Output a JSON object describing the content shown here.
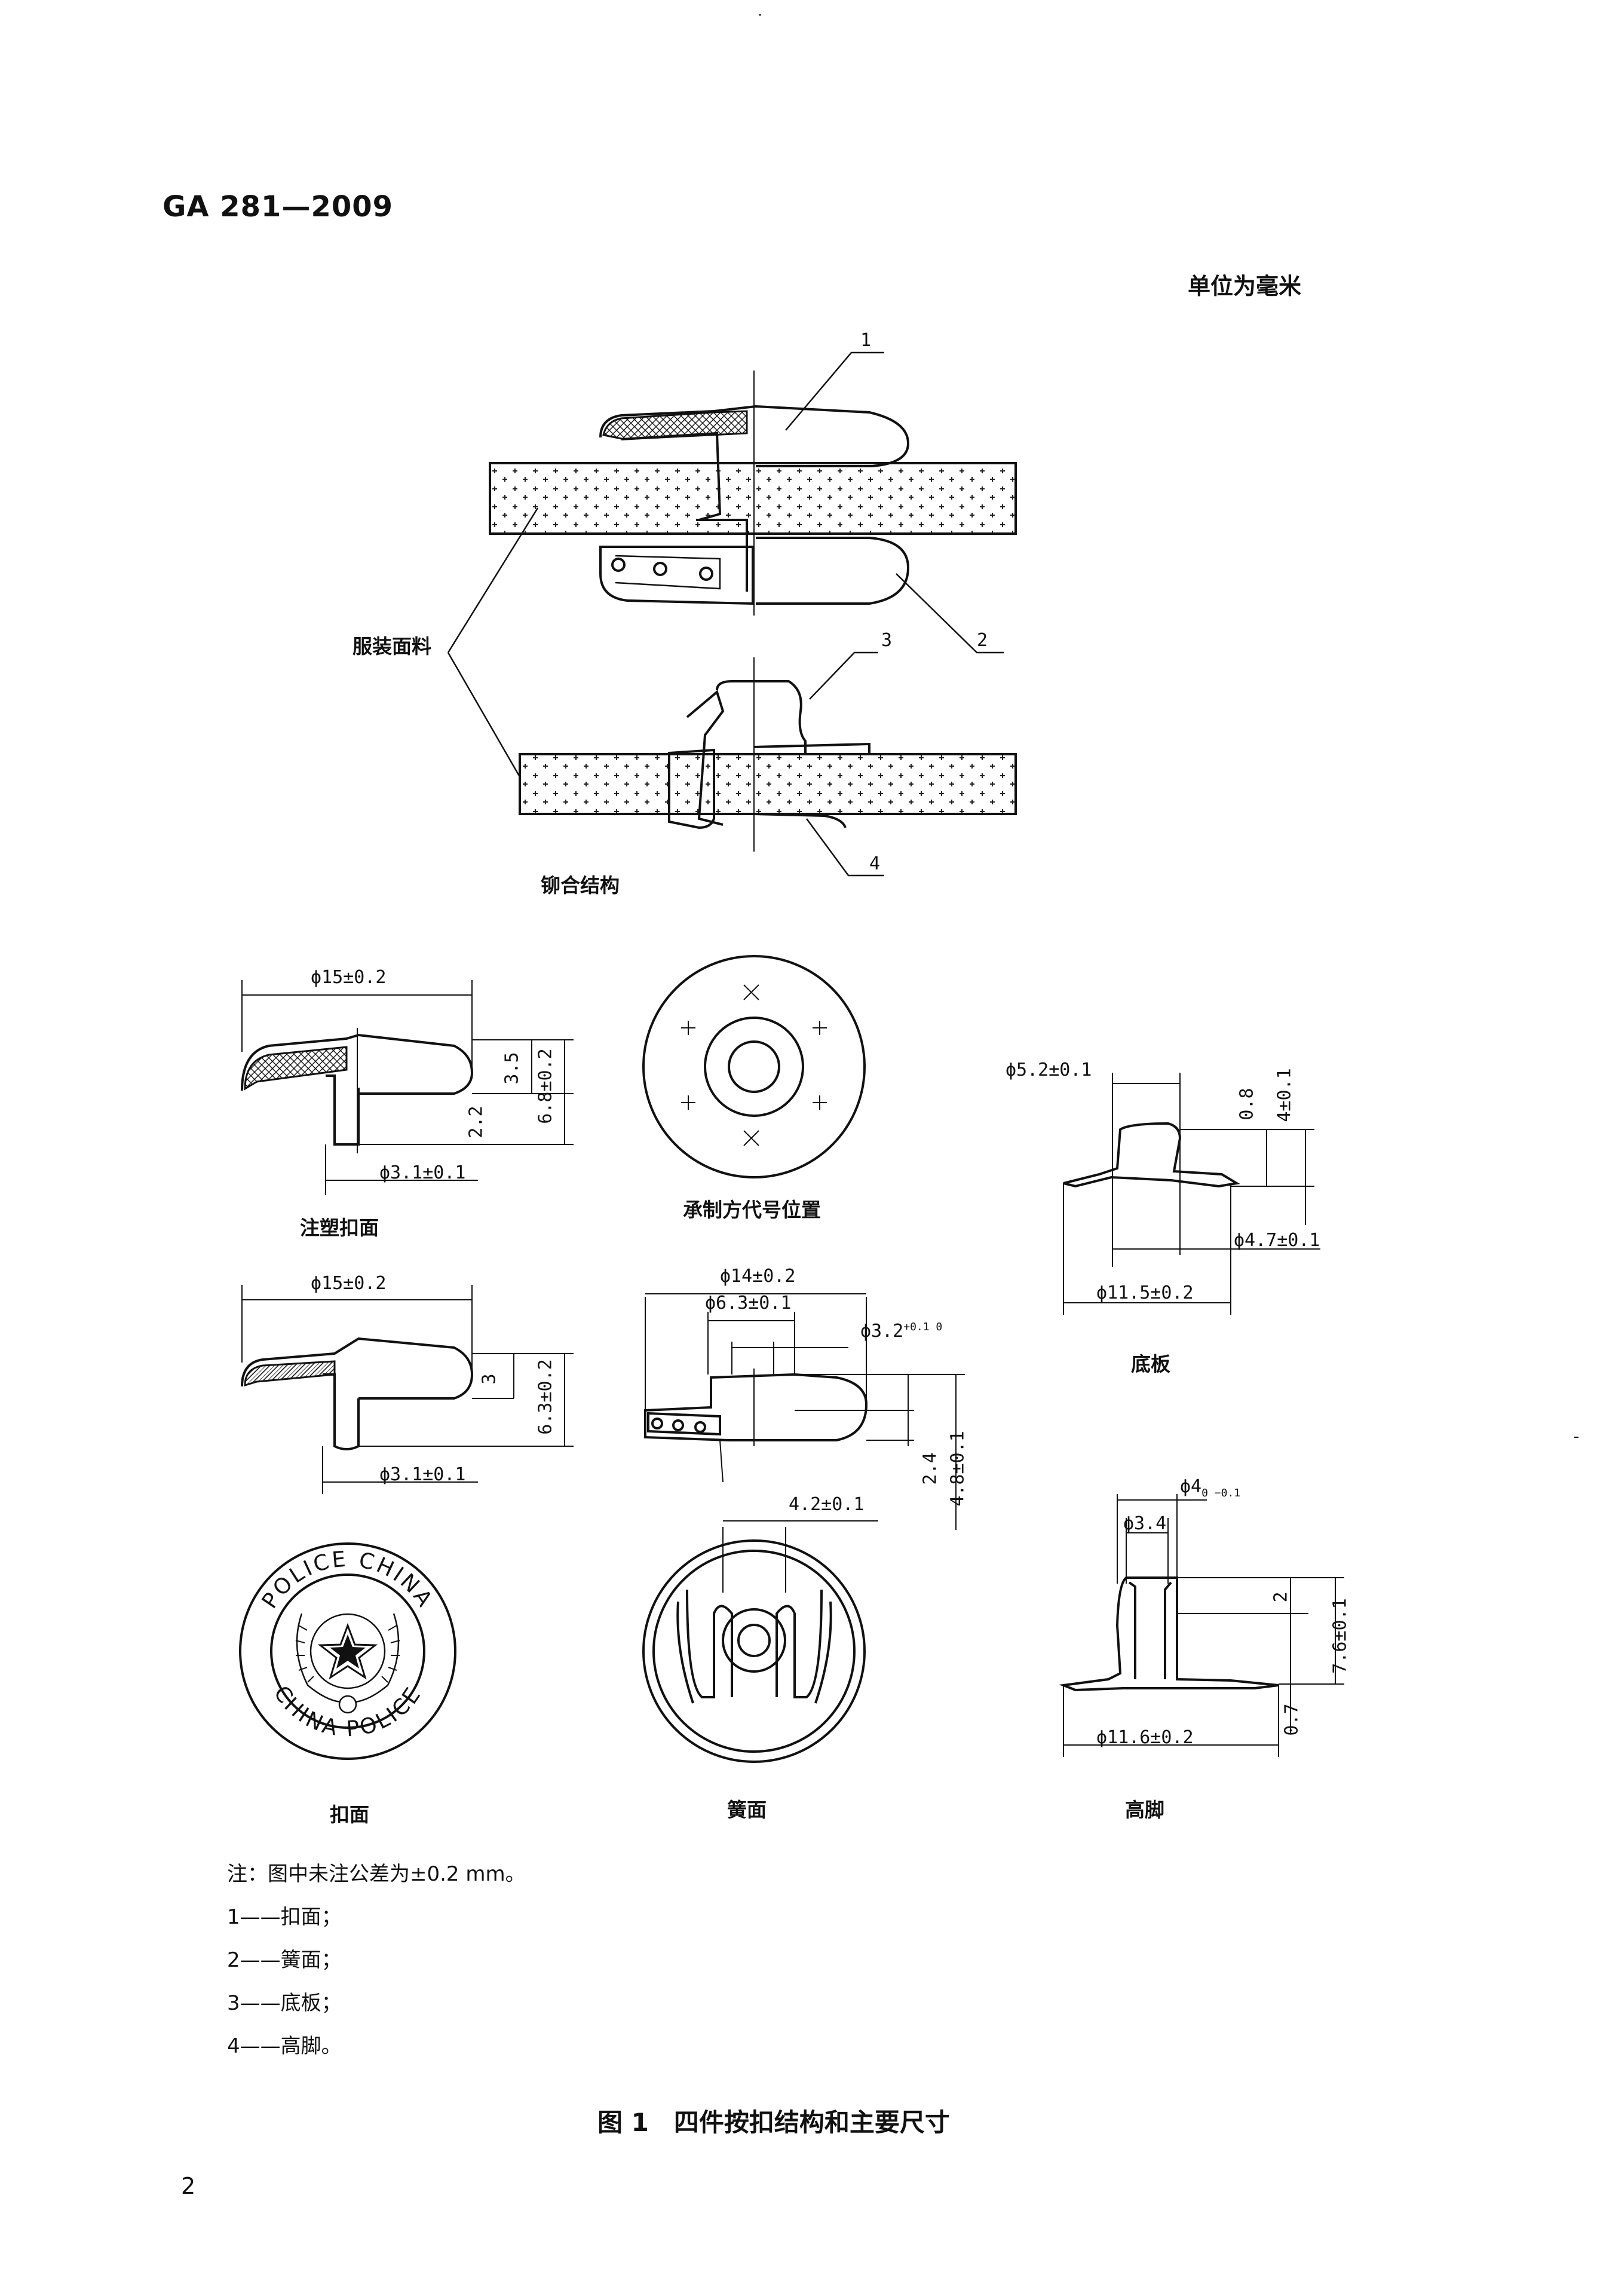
{
  "header": {
    "standard_code": "GA 281—2009",
    "unit_note": "单位为毫米"
  },
  "assembly": {
    "callout_1": "1",
    "callout_2": "2",
    "callout_3": "3",
    "callout_4": "4",
    "fabric_label": "服装面料",
    "rivet_label": "铆合结构"
  },
  "parts": {
    "molded_cap": {
      "caption": "注塑扣面",
      "dim_dia": "ϕ15±0.2",
      "dim_h1": "3.5",
      "dim_h2": "2.2",
      "dim_total": "6.8±0.2",
      "dim_post": "ϕ3.1±0.1"
    },
    "marking": {
      "caption": "承制方代号位置"
    },
    "base_plate": {
      "caption": "底板",
      "dim_top": "ϕ5.2±0.1",
      "dim_h1": "0.8",
      "dim_h2": "4±0.1",
      "dim_mid": "ϕ4.7±0.1",
      "dim_dia": "ϕ11.5±0.2"
    },
    "metal_cap": {
      "dim_dia": "ϕ15±0.2",
      "dim_h1": "3",
      "dim_total": "6.3±0.2",
      "dim_post": "ϕ3.1±0.1"
    },
    "spring_section": {
      "dim_dia": "ϕ14±0.2",
      "dim_inner": "ϕ6.3±0.1",
      "dim_hole": "ϕ3.2",
      "dim_hole_tol": "+0.1 0",
      "dim_h1": "2.4",
      "dim_total": "4.8±0.1"
    },
    "post": {
      "caption": "高脚",
      "dim_top": "ϕ4",
      "dim_top_tol": "0 −0.1",
      "dim_inner": "ϕ3.4",
      "dim_h1": "2",
      "dim_total": "7.6±0.1",
      "dim_h2": "0.7",
      "dim_dia": "ϕ11.6±0.2"
    },
    "cap_face": {
      "caption": "扣面",
      "ring_text_top": "POLICE CHINA",
      "ring_text_bottom": "CHINA POLICE"
    },
    "spring_face": {
      "caption": "簧面",
      "dim_width": "4.2±0.1"
    }
  },
  "notes": {
    "general": "注：图中未注公差为±0.2 mm。",
    "legend": [
      "1——扣面；",
      "2——簧面；",
      "3——底板；",
      "4——高脚。"
    ]
  },
  "figure_caption": "图 1　四件按扣结构和主要尺寸",
  "page_number": "2"
}
